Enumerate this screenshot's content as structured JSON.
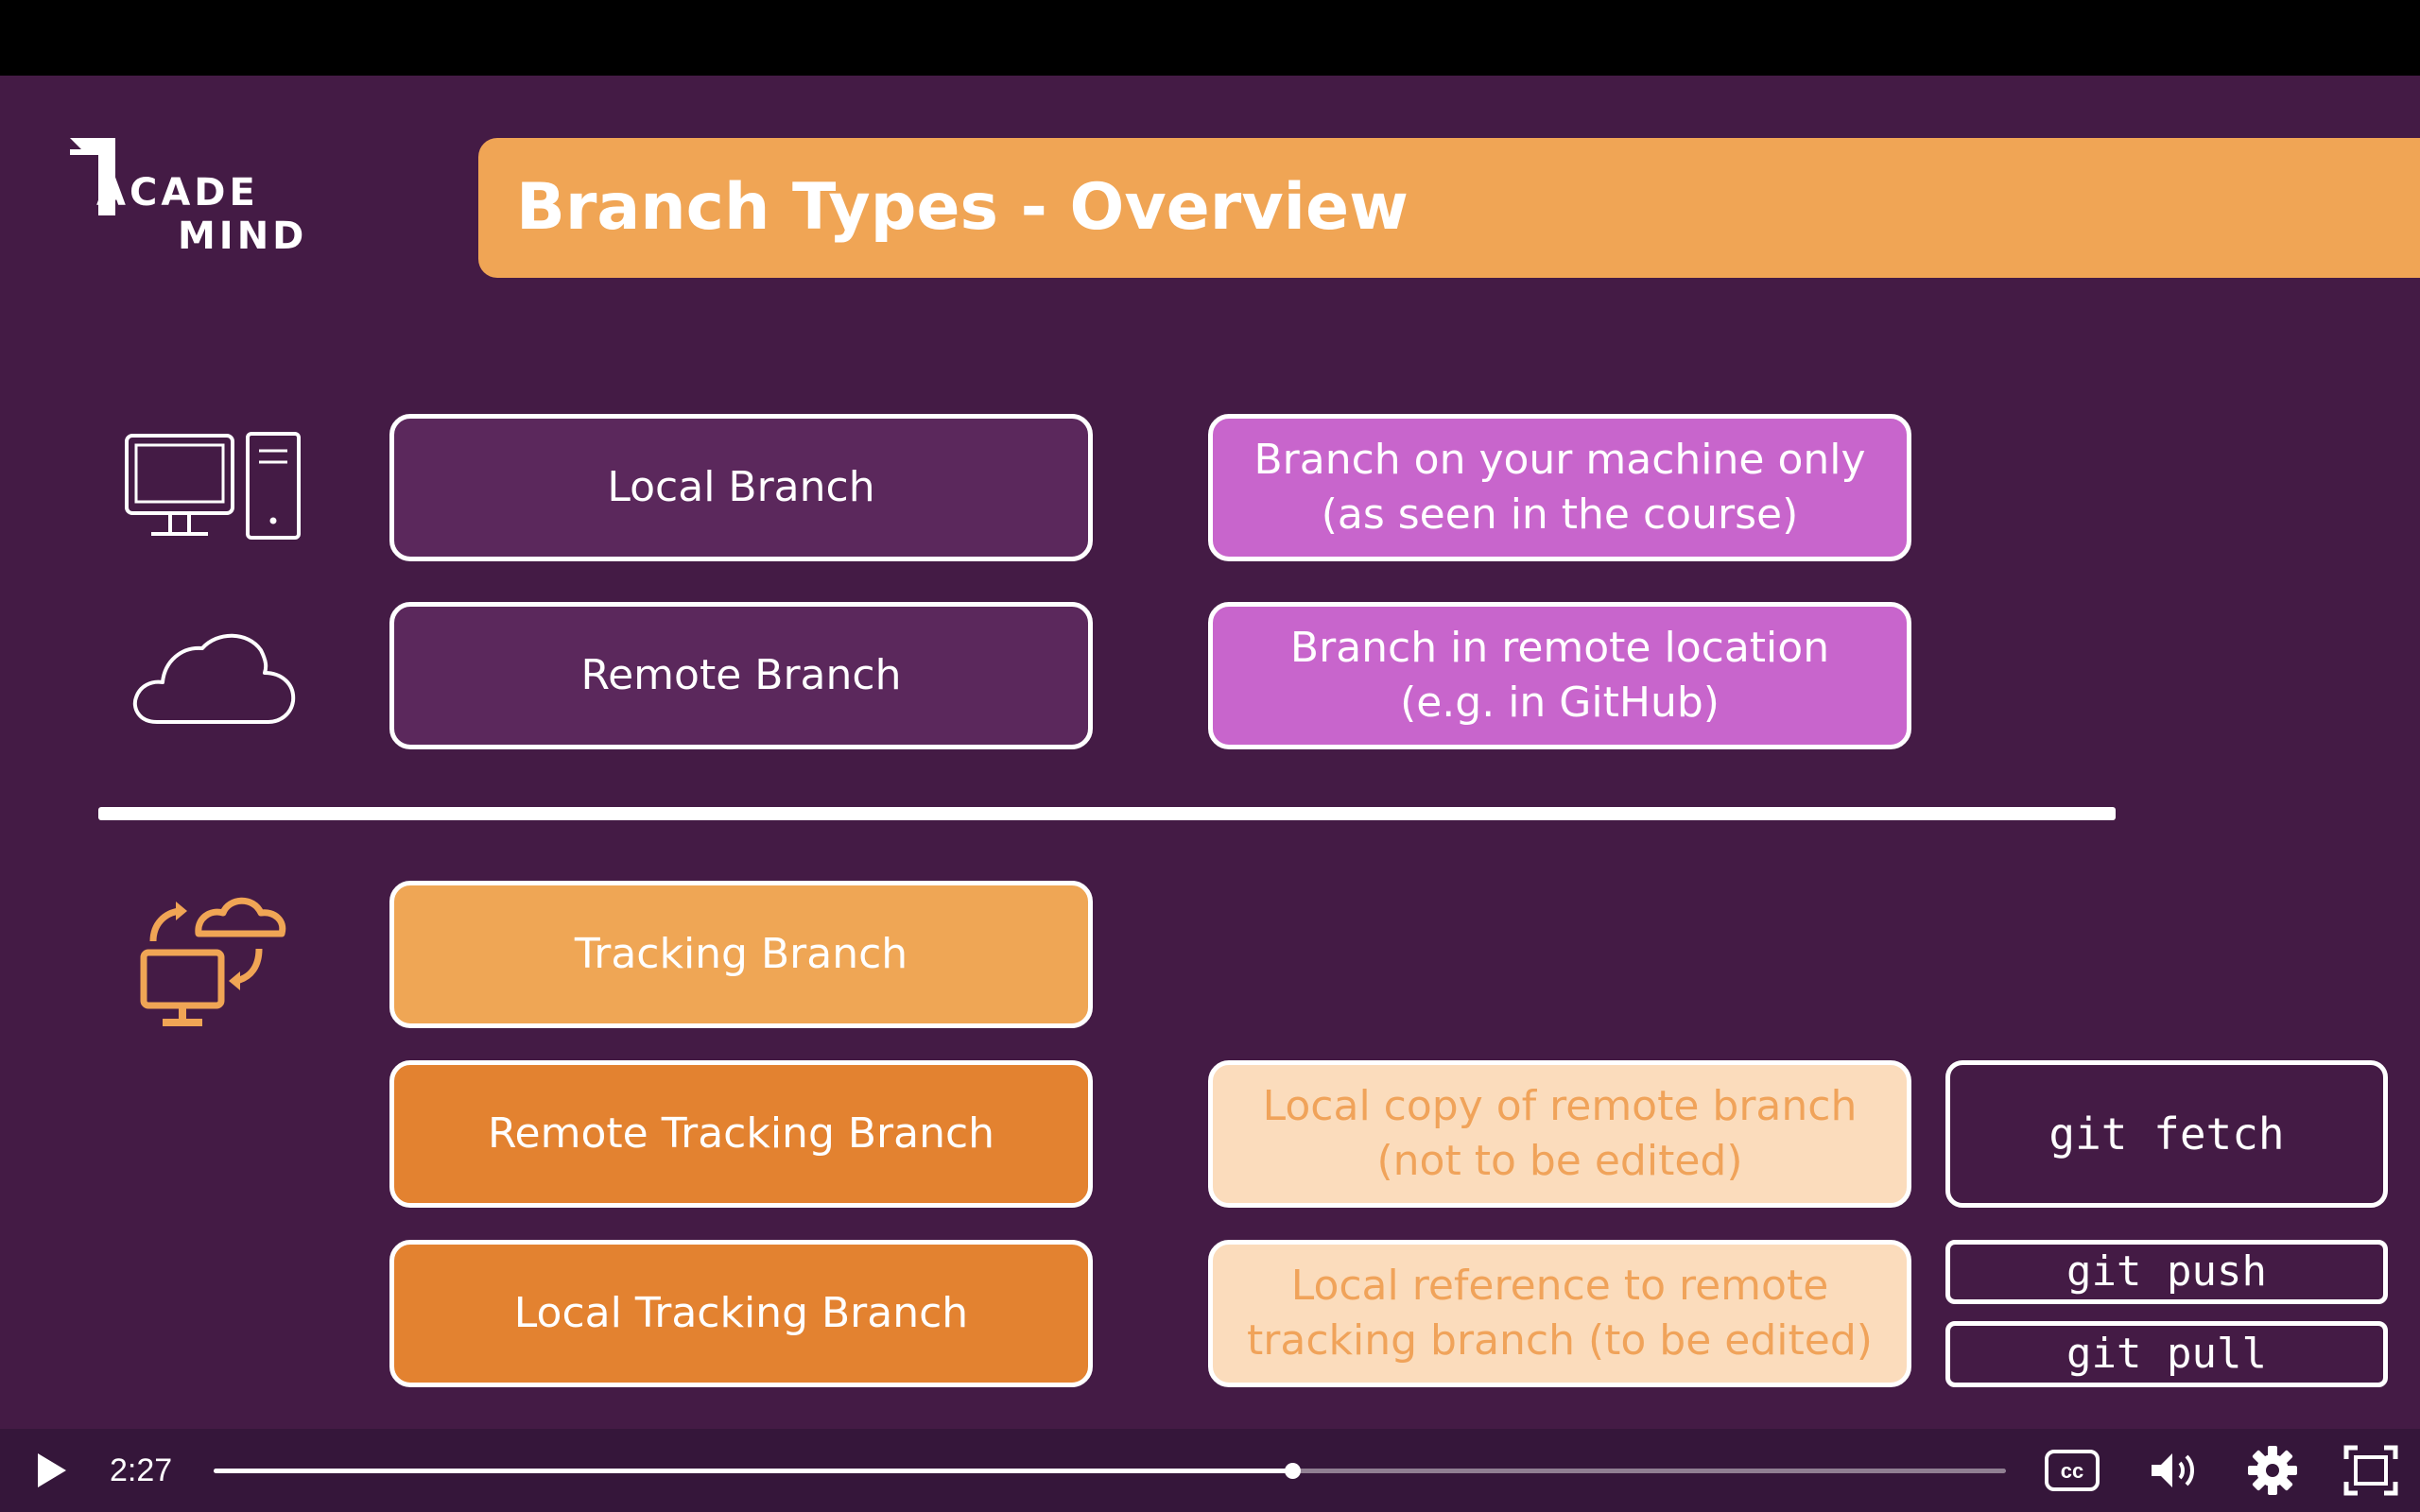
{
  "logo": {
    "line1": "ACADE",
    "line2": "MIND"
  },
  "title": "Branch Types - Overview",
  "rows": [
    {
      "icon": "desktop-computer-icon",
      "label": "Local Branch",
      "description": "Branch on your machine only\n(as seen in the course)"
    },
    {
      "icon": "cloud-icon",
      "label": "Remote Branch",
      "description": "Branch in remote location\n(e.g. in GitHub)"
    }
  ],
  "tracking": {
    "icon": "sync-cloud-computer-icon",
    "header": "Tracking Branch",
    "remote": {
      "label": "Remote Tracking Branch",
      "description": "Local copy of remote branch\n(not to be edited)",
      "command": "git fetch"
    },
    "local": {
      "label": "Local Tracking Branch",
      "description": "Local reference to remote\ntracking branch (to be edited)",
      "commands": [
        "git push",
        "git pull"
      ]
    }
  },
  "player": {
    "time": "2:27",
    "progress": 0.602,
    "icons": [
      "play-icon",
      "closed-captions-icon",
      "volume-icon",
      "settings-gear-icon",
      "fullscreen-icon"
    ]
  },
  "colors": {
    "background": "#441b45",
    "banner": "#f0a555",
    "purple_box": "#c865cc",
    "dark_box": "#5b285c",
    "orange_box": "#e38230",
    "peach_box": "#fbdcbc",
    "icon_orange": "#f0a555"
  }
}
